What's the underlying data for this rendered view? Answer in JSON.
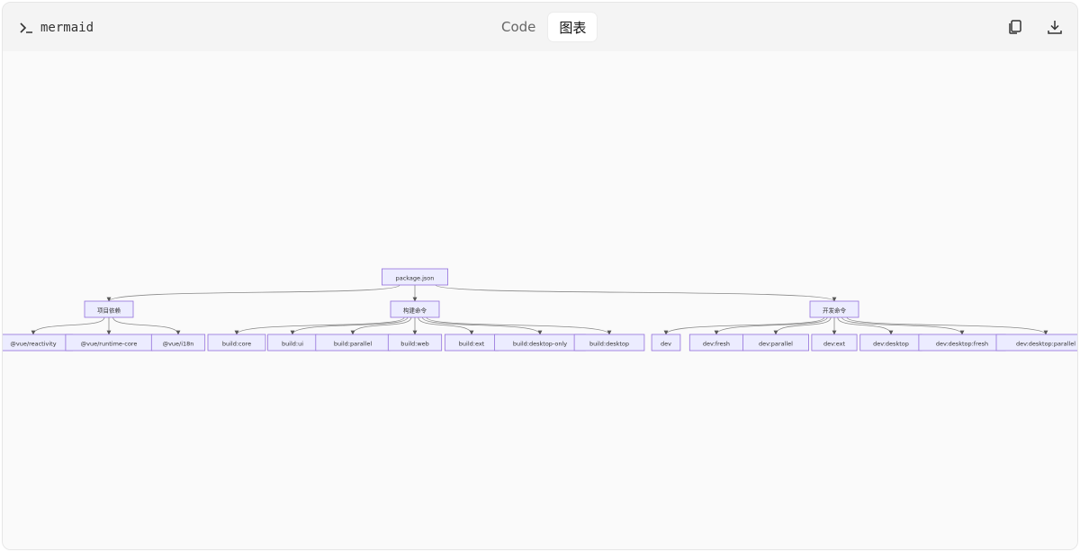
{
  "header": {
    "title": "mermaid",
    "tabs": [
      {
        "label": "Code",
        "active": false
      },
      {
        "label": "图表",
        "active": true
      }
    ],
    "actions": [
      "copy-icon",
      "download-icon"
    ]
  },
  "diagram": {
    "type": "flowchart-tree",
    "node_fill": "#ECECFF",
    "node_stroke": "#9370DB",
    "edge_color": "#888888",
    "root": {
      "id": "root",
      "label": "package.json"
    },
    "groups": [
      {
        "id": "g1",
        "label": "项目依赖",
        "children": [
          "@vue/reactivity",
          "@vue/runtime-core",
          "@vue/i18n"
        ]
      },
      {
        "id": "g2",
        "label": "构建命令",
        "children": [
          "build:core",
          "build:ui",
          "build:parallel",
          "build:web",
          "build:ext",
          "build:desktop-only",
          "build:desktop"
        ]
      },
      {
        "id": "g3",
        "label": "开发命令",
        "children": [
          "dev",
          "dev:fresh",
          "dev:parallel",
          "dev:ext",
          "dev:desktop",
          "dev:desktop:fresh",
          "dev:desktop:parallel"
        ]
      }
    ]
  }
}
